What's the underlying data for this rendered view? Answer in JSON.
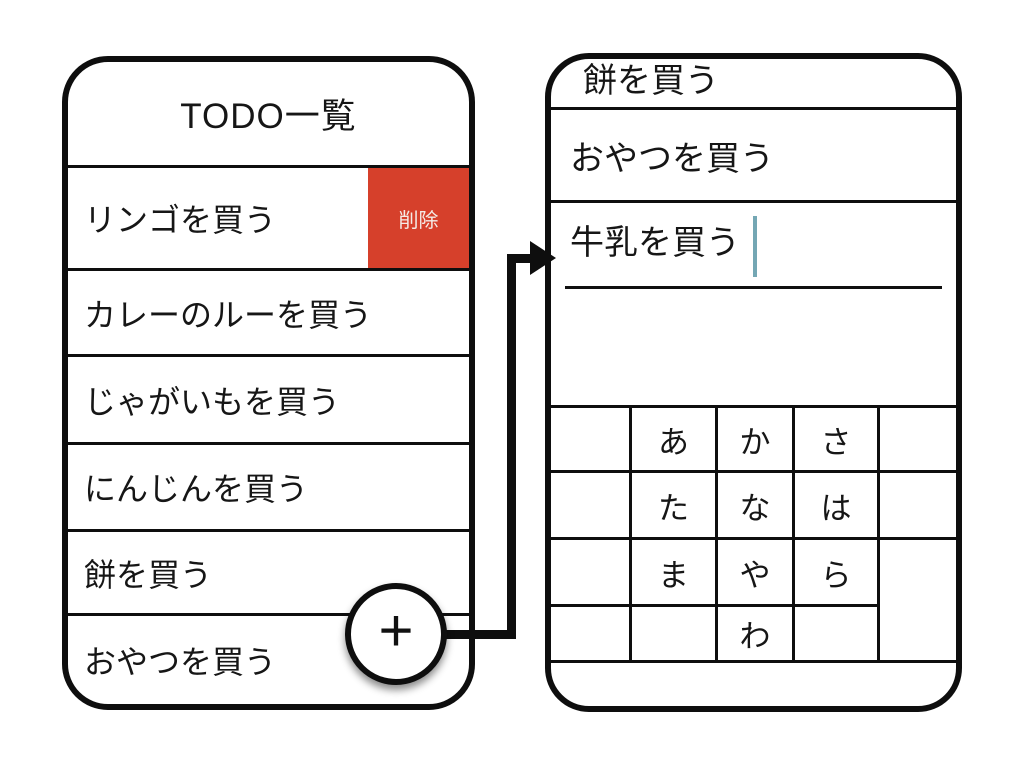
{
  "left_panel": {
    "title": "TODO一覧",
    "items": [
      "リンゴを買う",
      "カレーのルーを買う",
      "じゃがいもを買う",
      "にんじんを買う",
      "餅を買う",
      "おやつを買う"
    ],
    "delete_button_label": "削除",
    "add_button_label": "+"
  },
  "right_panel": {
    "visible_items": [
      "餅を買う",
      "おやつを買う"
    ],
    "input_value": "牛乳を買う",
    "keyboard_rows": [
      [
        "",
        "あ",
        "か",
        "さ",
        ""
      ],
      [
        "",
        "た",
        "な",
        "は",
        ""
      ],
      [
        "",
        "ま",
        "や",
        "ら",
        ""
      ],
      [
        "",
        "",
        "わ",
        "",
        ""
      ]
    ]
  },
  "colors": {
    "delete_button_bg": "#d6402b",
    "delete_button_text": "#f4ebe6",
    "text_cursor": "#74a7b4",
    "line_black": "#0e0e0e"
  }
}
